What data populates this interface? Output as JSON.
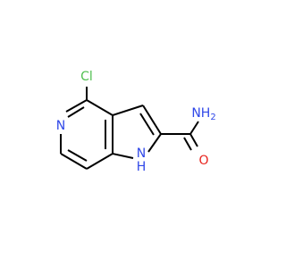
{
  "molecule": {
    "atoms": {
      "cl": {
        "text": "Cl",
        "color": "#4FBF4F"
      },
      "n_ring": {
        "text": "N",
        "color": "#2F47E8"
      },
      "n_amide": {
        "text": "NH",
        "sub": "2",
        "color": "#2F47E8"
      },
      "o": {
        "text": "O",
        "color": "#E8241E"
      },
      "n_h": {
        "text": "N",
        "color": "#2F47E8"
      },
      "h_on_n": {
        "text": "H",
        "color": "#2F47E8"
      }
    }
  }
}
